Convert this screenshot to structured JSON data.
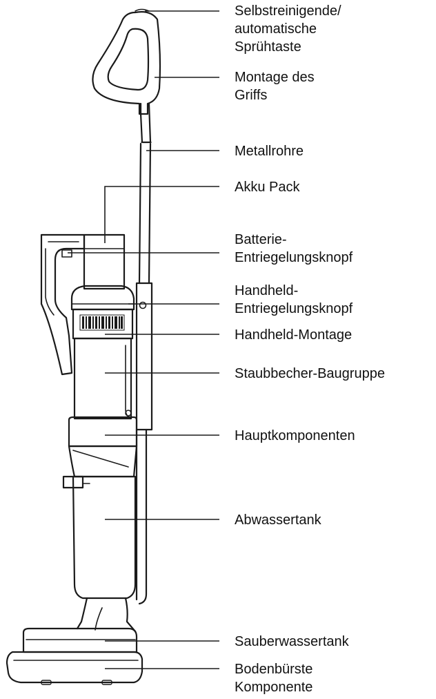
{
  "parts": [
    {
      "id": "spray-button",
      "lines": [
        "Selbstreinigende/",
        "automatische",
        "Sprühtaste"
      ]
    },
    {
      "id": "handle",
      "lines": [
        "Montage des",
        "Griffs"
      ]
    },
    {
      "id": "metal-tube",
      "lines": [
        "Metallrohre"
      ]
    },
    {
      "id": "battery-pack",
      "lines": [
        "Akku Pack"
      ]
    },
    {
      "id": "battery-release",
      "lines": [
        "Batterie-",
        "Entriegelungsknopf"
      ]
    },
    {
      "id": "handheld-release",
      "lines": [
        "Handheld-",
        "Entriegelungsknopf"
      ]
    },
    {
      "id": "handheld-assembly",
      "lines": [
        "Handheld-Montage"
      ]
    },
    {
      "id": "dust-cup",
      "lines": [
        "Staubbecher-Baugruppe"
      ]
    },
    {
      "id": "main-components",
      "lines": [
        "Hauptkomponenten"
      ]
    },
    {
      "id": "waste-water-tank",
      "lines": [
        "Abwassertank"
      ]
    },
    {
      "id": "clean-water-tank",
      "lines": [
        "Sauberwassertank"
      ]
    },
    {
      "id": "floor-brush",
      "lines": [
        "Bodenbürste",
        "Komponente"
      ]
    }
  ]
}
